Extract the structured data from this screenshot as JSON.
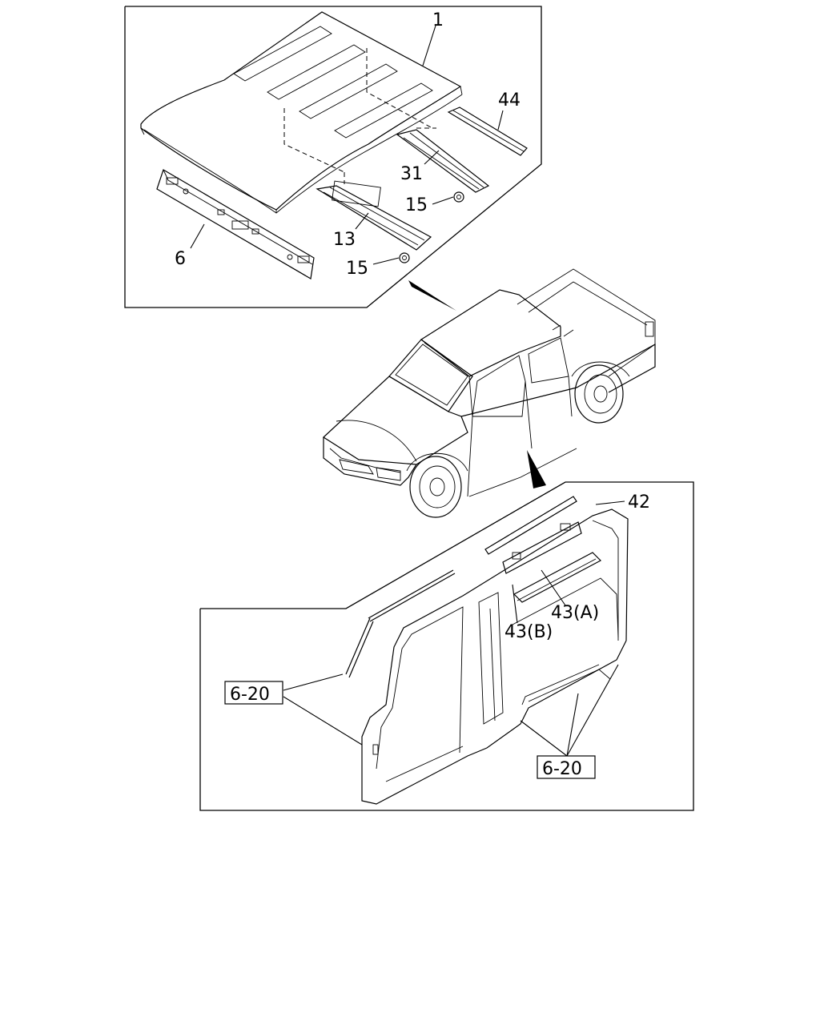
{
  "callouts": {
    "roof_panel": "1",
    "roof_rail_front": "6",
    "roof_bow_front": "13",
    "clip_front": "15",
    "roof_bow_rear": "31",
    "clip_rear": "15",
    "roof_rail_rear": "44",
    "drip_molding": "42",
    "reinforcement_a": "43(A)",
    "reinforcement_b": "43(B)",
    "ref_left": "6-20",
    "ref_right": "6-20"
  }
}
